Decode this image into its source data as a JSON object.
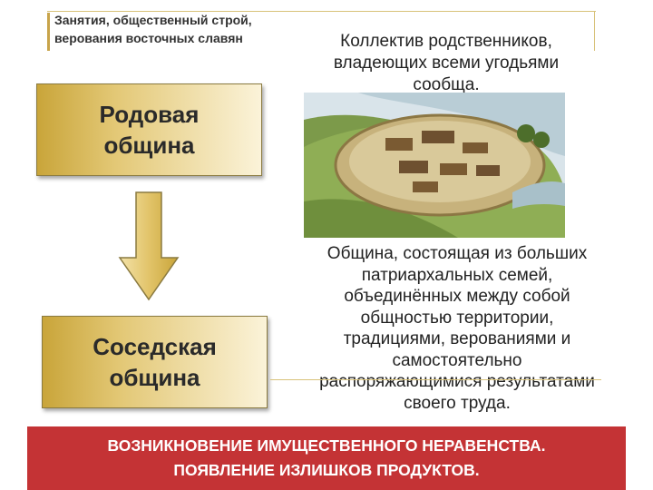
{
  "header": {
    "line1": "Занятия, общественный строй,",
    "line2": "верования восточных славян"
  },
  "top_description": {
    "lines": [
      "Коллектив родственников,",
      "владеющих всеми угодьями",
      "сообща."
    ]
  },
  "box_top": {
    "line1": "Родовая",
    "line2": "община"
  },
  "box_bottom": {
    "line1": "Соседская",
    "line2": "община"
  },
  "illustration": {
    "icon": "fortified-settlement-image"
  },
  "mid_description": {
    "lines": [
      "Община, состоящая из больших",
      "патриархальных семей,",
      "объединённых между собой",
      "общностью территории,",
      "традициями, верованиями и",
      "самостоятельно",
      "распоряжающимися результатами",
      "своего труда."
    ]
  },
  "banner": {
    "line1": "ВОЗНИКНОВЕНИЕ ИМУЩЕСТВЕННОГО НЕРАВЕНСТВА.",
    "line2": "ПОЯВЛЕНИЕ ИЗЛИШКОВ ПРОДУКТОВ."
  },
  "colors": {
    "accent_gold": "#c9a53a",
    "banner_red": "#c43335",
    "arrow_gold": "#e2c46a"
  }
}
